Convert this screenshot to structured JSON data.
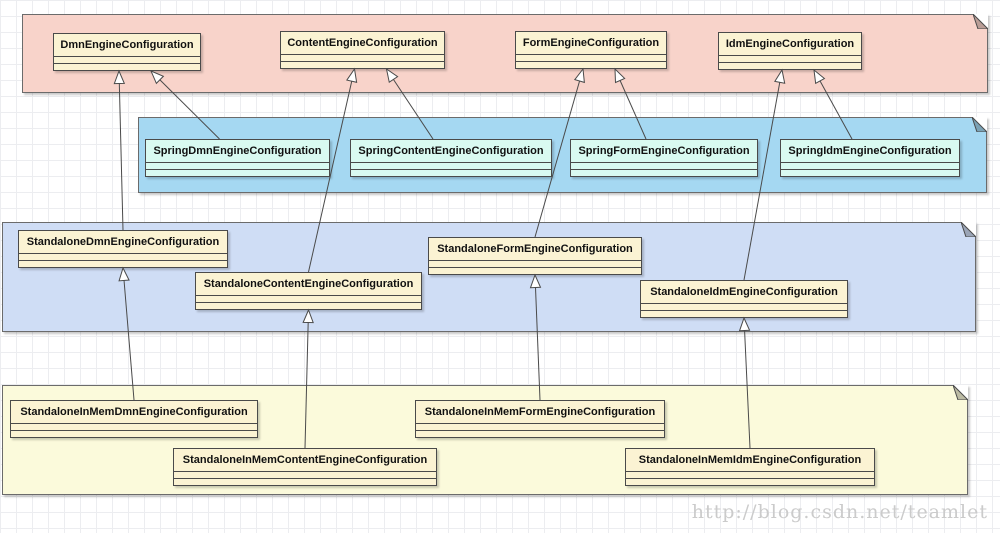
{
  "diagram": {
    "watermark": "http://blog.csdn.net/teamlet",
    "bands": [
      {
        "id": "engine",
        "classes": [
          {
            "id": "dmn",
            "label": "DmnEngineConfiguration"
          },
          {
            "id": "content",
            "label": "ContentEngineConfiguration"
          },
          {
            "id": "form",
            "label": "FormEngineConfiguration"
          },
          {
            "id": "idm",
            "label": "IdmEngineConfiguration"
          }
        ]
      },
      {
        "id": "spring",
        "classes": [
          {
            "id": "spring-dmn",
            "label": "SpringDmnEngineConfiguration"
          },
          {
            "id": "spring-content",
            "label": "SpringContentEngineConfiguration"
          },
          {
            "id": "spring-form",
            "label": "SpringFormEngineConfiguration"
          },
          {
            "id": "spring-idm",
            "label": "SpringIdmEngineConfiguration"
          }
        ]
      },
      {
        "id": "standalone",
        "classes": [
          {
            "id": "standalone-dmn",
            "label": "StandaloneDmnEngineConfiguration"
          },
          {
            "id": "standalone-content",
            "label": "StandaloneContentEngineConfiguration"
          },
          {
            "id": "standalone-form",
            "label": "StandaloneFormEngineConfiguration"
          },
          {
            "id": "standalone-idm",
            "label": "StandaloneIdmEngineConfiguration"
          }
        ]
      },
      {
        "id": "inmem",
        "classes": [
          {
            "id": "inmem-dmn",
            "label": "StandaloneInMemDmnEngineConfiguration"
          },
          {
            "id": "inmem-content",
            "label": "StandaloneInMemContentEngineConfiguration"
          },
          {
            "id": "inmem-form",
            "label": "StandaloneInMemFormEngineConfiguration"
          },
          {
            "id": "inmem-idm",
            "label": "StandaloneInMemIdmEngineConfiguration"
          }
        ]
      }
    ],
    "inheritance": [
      {
        "child": "standalone-dmn",
        "parent": "dmn"
      },
      {
        "child": "spring-dmn",
        "parent": "dmn"
      },
      {
        "child": "standalone-content",
        "parent": "content"
      },
      {
        "child": "spring-content",
        "parent": "content"
      },
      {
        "child": "standalone-form",
        "parent": "form"
      },
      {
        "child": "spring-form",
        "parent": "form"
      },
      {
        "child": "standalone-idm",
        "parent": "idm"
      },
      {
        "child": "spring-idm",
        "parent": "idm"
      },
      {
        "child": "inmem-dmn",
        "parent": "standalone-dmn"
      },
      {
        "child": "inmem-content",
        "parent": "standalone-content"
      },
      {
        "child": "inmem-form",
        "parent": "standalone-form"
      },
      {
        "child": "inmem-idm",
        "parent": "standalone-idm"
      }
    ],
    "palette": {
      "engine_band": "#f8d3ca",
      "spring_band": "#a5d8f2",
      "standalone_band": "#cfddf5",
      "inmem_band": "#fbfadb",
      "class_box_cream": "#fbf3d3",
      "class_box_mint": "#d9faf1",
      "band_border": "#6b6b6b",
      "box_border": "#4a4a4a",
      "arrow_color": "#4a4a4a",
      "watermark_color": "#cbcbcb"
    }
  }
}
